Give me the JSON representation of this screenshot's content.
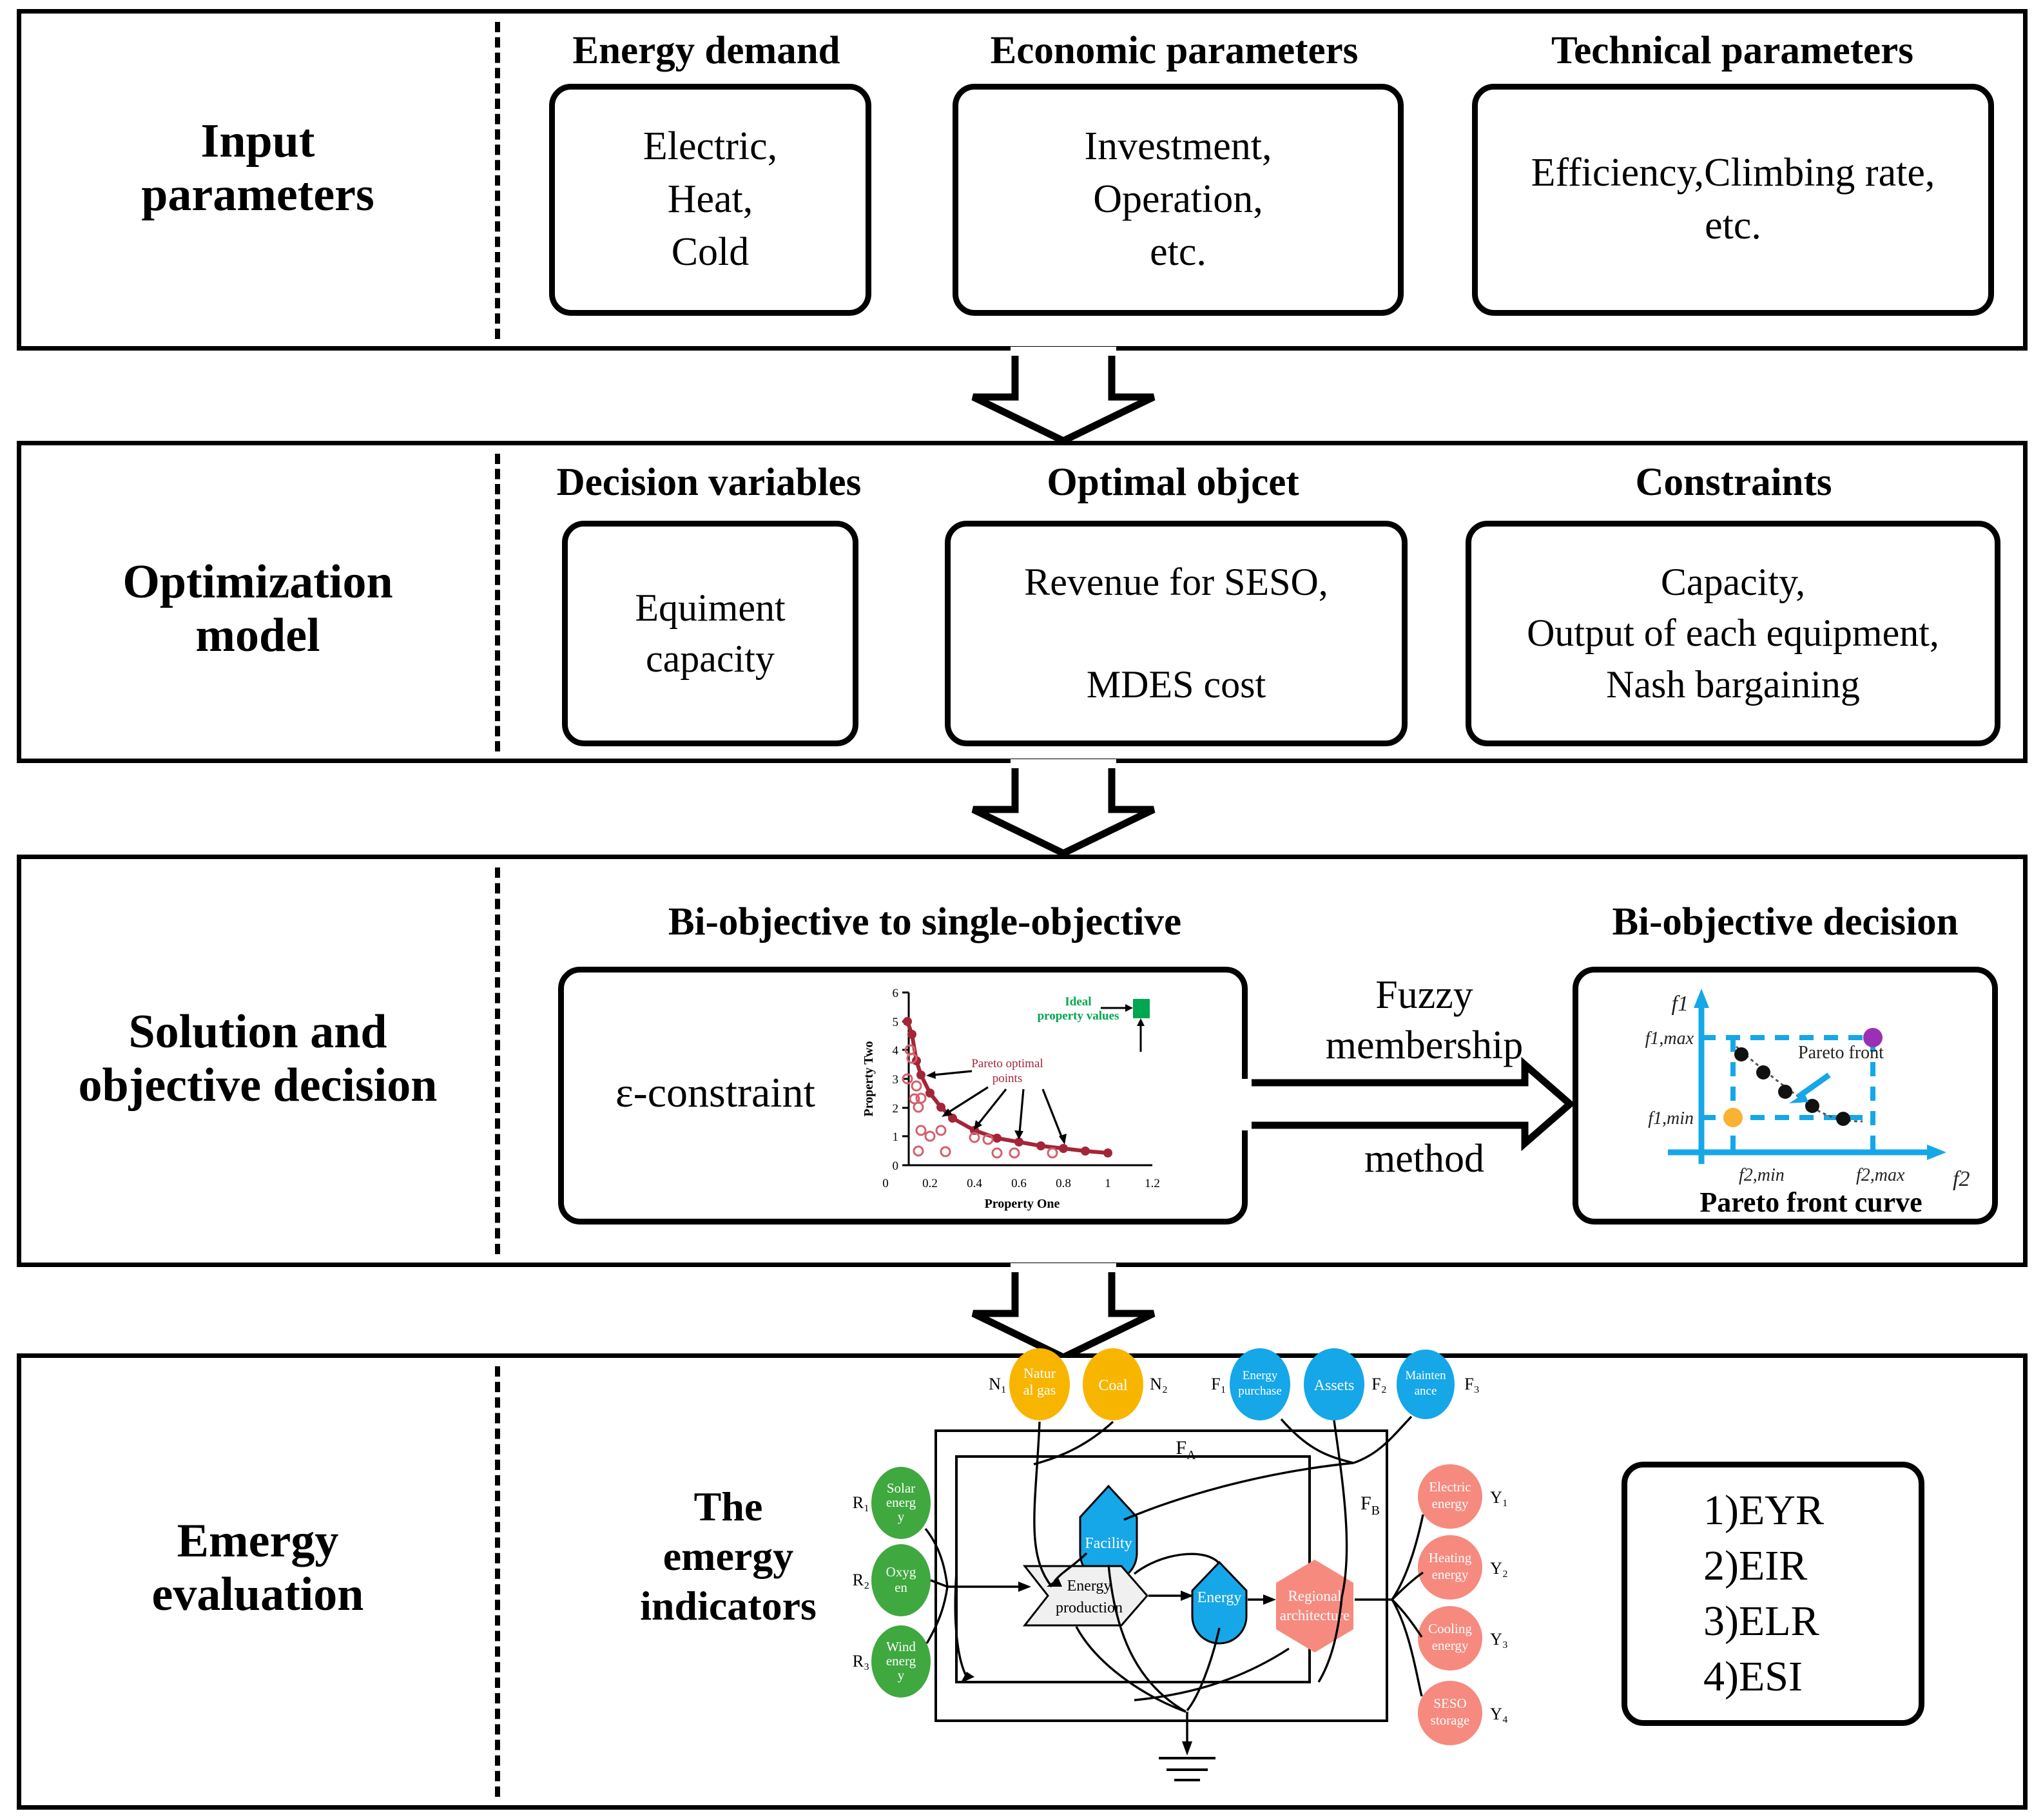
{
  "colors": {
    "stroke": "#000000",
    "pareto_red": "#a32638",
    "ideal_green": "#00a650",
    "cyan": "#15a7e8",
    "gold": "#f7b500",
    "green_node": "#3fa83f",
    "salmon": "#f68a7f",
    "purple": "#9b30b5",
    "yellow_dot": "#f9b233"
  },
  "sections": [
    {
      "id": "input",
      "label": "Input\nparameters",
      "columns": [
        {
          "head": "Energy demand",
          "body": "Electric,\nHeat,\nCold"
        },
        {
          "head": "Economic parameters",
          "body": "Investment,\nOperation,\netc."
        },
        {
          "head": "Technical parameters",
          "body": "Efficiency,Climbing rate,\netc."
        }
      ]
    },
    {
      "id": "optimization",
      "label": "Optimization\nmodel",
      "columns": [
        {
          "head": "Decision variables",
          "body": "Equiment\ncapacity"
        },
        {
          "head": "Optimal objcet",
          "body": "Revenue for SESO,\n\nMDES  cost"
        },
        {
          "head": "Constraints",
          "body": "Capacity,\nOutput of each equipment,\nNash bargaining"
        }
      ]
    },
    {
      "id": "solution",
      "label": "Solution  and\nobjective decision",
      "columns": [
        {
          "head": "Bi-objective to single-objective",
          "body": "ε-constraint"
        },
        {
          "head": "Bi-objective decision",
          "body": ""
        }
      ],
      "connector_text": {
        "top": "Fuzzy\nmembership",
        "bottom": "method"
      }
    },
    {
      "id": "emergy",
      "label": "Emergy\nevaluation",
      "columns": [
        {
          "head": "The\nemergy\nindicators",
          "body": ""
        }
      ]
    }
  ],
  "pareto_chart": {
    "title": "",
    "xlabel": "Property One",
    "ylabel": "Property Two",
    "xticks": [
      "0",
      "0.2",
      "0.4",
      "0.6",
      "0.8",
      "1",
      "1.2"
    ],
    "yticks": [
      "0",
      "1",
      "2",
      "3",
      "4",
      "5",
      "6"
    ],
    "xlim": [
      0,
      1.2
    ],
    "ylim": [
      0,
      6
    ],
    "annotations": [
      {
        "text": "Ideal\nproperty values",
        "color": "#00a650"
      },
      {
        "text": "Pareto optimal\npoints",
        "color": "#a32638"
      }
    ],
    "chart_data": {
      "type": "scatter",
      "title": "",
      "xlabel": "Property One",
      "ylabel": "Property Two",
      "xlim": [
        0,
        1.2
      ],
      "ylim": [
        0,
        6
      ],
      "grid": false,
      "legend_position": "none",
      "series": [
        {
          "name": "Pareto optimal points",
          "marker": "filled-circle-with-line",
          "color": "#a32638",
          "points": [
            [
              0.1,
              5.0
            ],
            [
              0.12,
              4.55
            ],
            [
              0.14,
              3.6
            ],
            [
              0.16,
              3.12
            ],
            [
              0.2,
              2.5
            ],
            [
              0.25,
              2.02
            ],
            [
              0.3,
              1.65
            ],
            [
              0.4,
              1.22
            ],
            [
              0.5,
              0.96
            ],
            [
              0.6,
              0.82
            ],
            [
              0.7,
              0.7
            ],
            [
              0.8,
              0.62
            ],
            [
              0.9,
              0.54
            ],
            [
              1.0,
              0.48
            ]
          ]
        },
        {
          "name": "Dominated points",
          "marker": "open-circle",
          "color": "#d3606c",
          "points": [
            [
              0.11,
              4.0
            ],
            [
              0.12,
              3.7
            ],
            [
              0.1,
              3.0
            ],
            [
              0.14,
              2.75
            ],
            [
              0.13,
              2.3
            ],
            [
              0.16,
              2.32
            ],
            [
              0.15,
              2.02
            ],
            [
              0.16,
              1.2
            ],
            [
              0.2,
              1.02
            ],
            [
              0.25,
              1.2
            ],
            [
              0.15,
              0.5
            ],
            [
              0.27,
              0.48
            ],
            [
              0.4,
              0.95
            ],
            [
              0.46,
              0.9
            ],
            [
              0.5,
              0.42
            ],
            [
              0.58,
              0.42
            ],
            [
              0.75,
              0.42
            ]
          ]
        },
        {
          "name": "Ideal property values",
          "marker": "filled-square",
          "color": "#00a650",
          "points": [
            [
              1.12,
              5.7
            ]
          ]
        }
      ]
    }
  },
  "pareto_front_panel": {
    "caption": "Pareto front curve",
    "axis_y": "f1",
    "axis_x": "f2",
    "labels": {
      "f1_max": "f1,max",
      "f1_min": "f1,min",
      "f2_min": "f2,min",
      "f2_max": "f2,max"
    },
    "annotation": "Pareto front",
    "chart_data": {
      "type": "scatter",
      "title": "Pareto front curve",
      "xlabel": "f2",
      "ylabel": "f1",
      "grid": false,
      "legend_position": "none",
      "series": [
        {
          "name": "Pareto front",
          "color": "#000000",
          "points": [
            [
              0.18,
              0.8
            ],
            [
              0.3,
              0.66
            ],
            [
              0.45,
              0.5
            ],
            [
              0.6,
              0.38
            ],
            [
              0.78,
              0.28
            ]
          ]
        },
        {
          "name": "f1,max / f2,max corner",
          "color": "#9b30b5",
          "points": [
            [
              1.0,
              1.0
            ]
          ]
        },
        {
          "name": "f1,min / f2,min corner",
          "color": "#f9b233",
          "points": [
            [
              0.0,
              0.0
            ]
          ]
        }
      ]
    }
  },
  "emergy_diagram": {
    "inputs_nonrenewable": [
      {
        "tag": "N1",
        "label": "Natur\nal gas"
      },
      {
        "tag": "N2",
        "label": "Coal"
      }
    ],
    "inputs_purchased": [
      {
        "tag": "F1",
        "label": "Energy\npurchase"
      },
      {
        "tag": "F2",
        "label": "Assets"
      },
      {
        "tag": "F3",
        "label": "Mainten\nance"
      }
    ],
    "inputs_renewable": [
      {
        "tag": "R1",
        "label": "Solar\nenerg\ny"
      },
      {
        "tag": "R2",
        "label": "Oxyg\nen"
      },
      {
        "tag": "R3",
        "label": "Wind\nenerg\ny"
      }
    ],
    "outputs": [
      {
        "tag": "Y1",
        "label": "Electric\nenergy"
      },
      {
        "tag": "Y2",
        "label": "Heating\nenergy"
      },
      {
        "tag": "Y3",
        "label": "Cooling\nenergy"
      },
      {
        "tag": "Y4",
        "label": "SESO\nstorage"
      }
    ],
    "internal": [
      {
        "name": "facility",
        "label": "Facility"
      },
      {
        "name": "process",
        "label": "Energy\nproduction"
      },
      {
        "name": "energy",
        "label": "Energy"
      },
      {
        "name": "region",
        "label": "Regional\narchitecture"
      }
    ],
    "flow_labels": [
      "Fᴀ",
      "Fʙ"
    ],
    "flow_label_a": "FA",
    "flow_label_b": "FB"
  },
  "indicators": {
    "items": [
      "1)EYR",
      "2)EIR",
      "3)ELR",
      "4)ESI"
    ]
  }
}
